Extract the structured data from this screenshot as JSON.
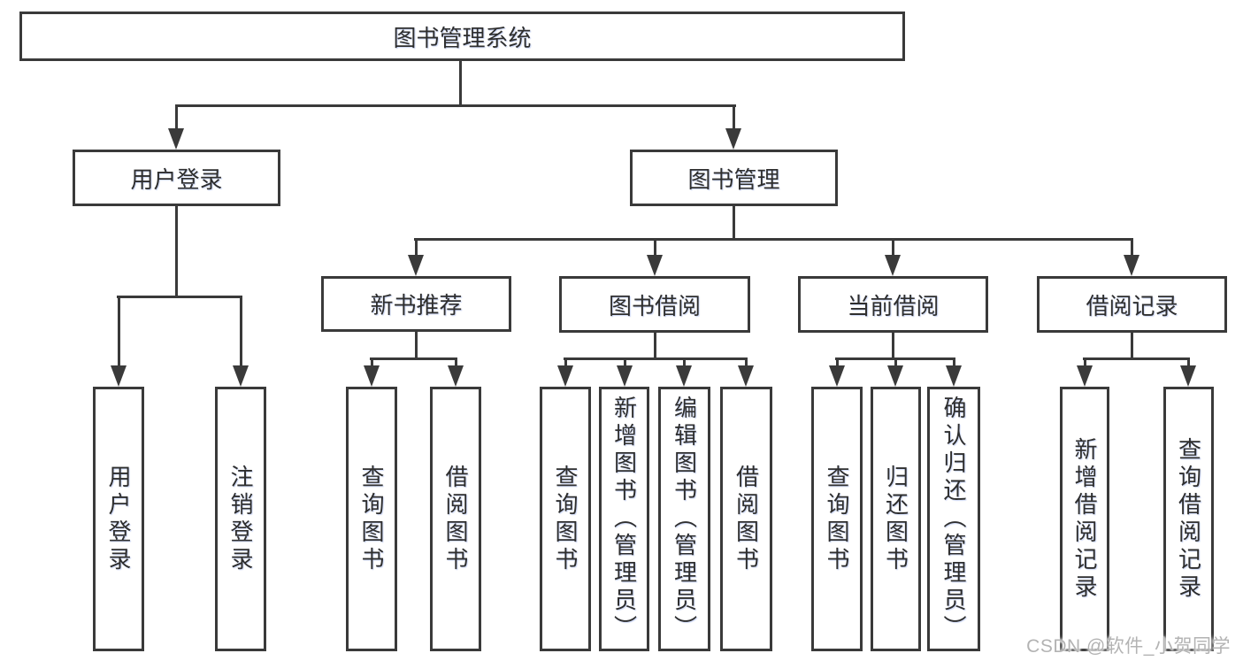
{
  "diagram": {
    "title": "图书管理系统",
    "root": {
      "label": "图书管理系统"
    },
    "level2": {
      "user_login": {
        "label": "用户登录"
      },
      "book_mgmt": {
        "label": "图书管理"
      }
    },
    "level3": {
      "new_books": {
        "label": "新书推荐"
      },
      "book_borrow": {
        "label": "图书借阅"
      },
      "current_borrow": {
        "label": "当前借阅"
      },
      "borrow_records": {
        "label": "借阅记录"
      }
    },
    "leaves": {
      "user_login": [
        "用户登录",
        "注销登录"
      ],
      "new_books": [
        "查询图书",
        "借阅图书"
      ],
      "book_borrow": [
        "查询图书",
        "新增图书（管理员）",
        "编辑图书（管理员）",
        "借阅图书"
      ],
      "current_borrow": [
        "查询图书",
        "归还图书",
        "确认归还（管理员）"
      ],
      "borrow_records": [
        "新增借阅记录",
        "查询借阅记录"
      ]
    }
  },
  "watermark": {
    "text": "CSDN @软件_小贺同学"
  },
  "colors": {
    "line": "#3a3a3a",
    "text": "#2e2e2e",
    "watermark": "#b3b3b3",
    "background": "#ffffff"
  }
}
